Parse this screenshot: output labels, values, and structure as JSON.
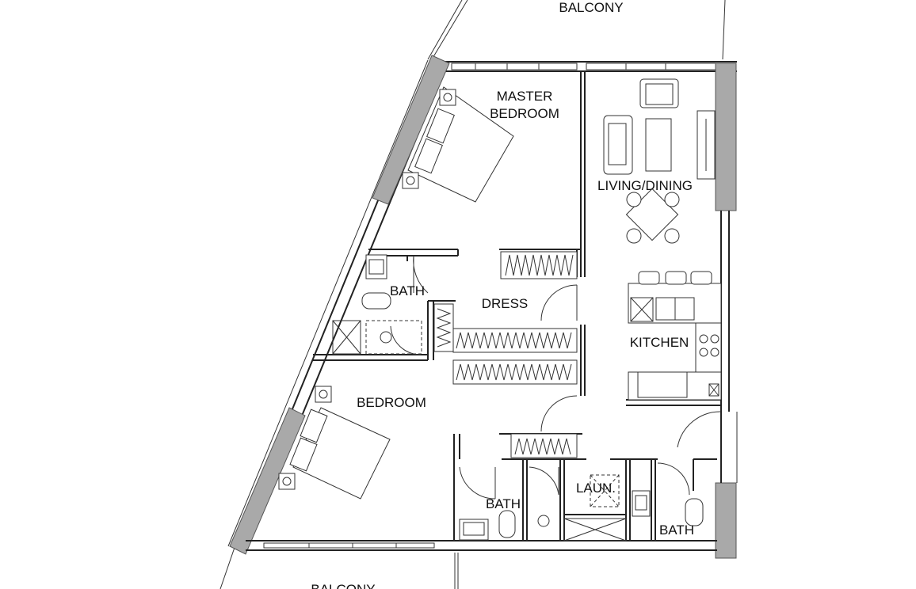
{
  "rooms": {
    "balcony_top": "BALCONY",
    "master_bedroom": [
      "MASTER",
      "BEDROOM"
    ],
    "living_dining": "LIVING/DINING",
    "bath_master": "BATH",
    "dress": "DRESS",
    "kitchen": "KITCHEN",
    "bedroom": "BEDROOM",
    "bath_bedroom": "BATH",
    "laundry": "LAUN.",
    "bath_guest": "BATH",
    "balcony_bottom": "BALCONY"
  }
}
